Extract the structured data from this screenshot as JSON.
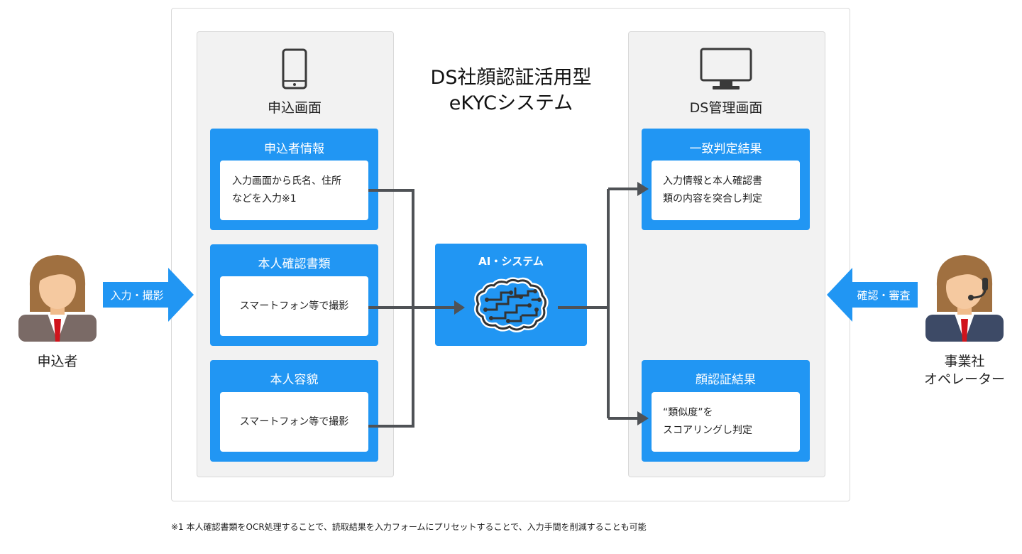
{
  "title": {
    "line1": "DS社顔認証活用型",
    "line2": "eKYCシステム"
  },
  "left_panel": {
    "title": "申込画面",
    "icon": "smartphone-icon",
    "boxes": [
      {
        "title": "申込者情報",
        "text_line1": "入力画面から氏名、住所",
        "text_line2": "などを入力※1"
      },
      {
        "title": "本人確認書類",
        "text": "スマートフォン等で撮影"
      },
      {
        "title": "本人容貌",
        "text": "スマートフォン等で撮影"
      }
    ]
  },
  "ai_box": {
    "title": "AI・システム",
    "icon": "brain-icon"
  },
  "right_panel": {
    "title": "DS管理画面",
    "icon": "monitor-icon",
    "boxes": [
      {
        "title": "一致判定結果",
        "text_line1": "入力情報と本人確認書",
        "text_line2": "類の内容を突合し判定"
      },
      {
        "title": "顔認証結果",
        "text_line1": "“類似度”を",
        "text_line2": "スコアリングし判定"
      }
    ]
  },
  "applicant": {
    "label": "申込者",
    "arrow_label": "入力・撮影"
  },
  "operator": {
    "label_line1": "事業社",
    "label_line2": "オペレーター",
    "arrow_label": "確認・審査"
  },
  "footnote": "※1 本人確認書類をOCR処理することで、読取結果を入力フォームにプリセットすることで、入力手間を削減することも可能",
  "colors": {
    "blue": "#2196f3",
    "panel_bg": "#f2f2f2",
    "line": "#4f5256",
    "skin": "#f5c9a0",
    "hair": "#a07040",
    "suit_applicant": "#7a6a66",
    "suit_operator": "#3d4a66",
    "tie": "#d0141c"
  }
}
